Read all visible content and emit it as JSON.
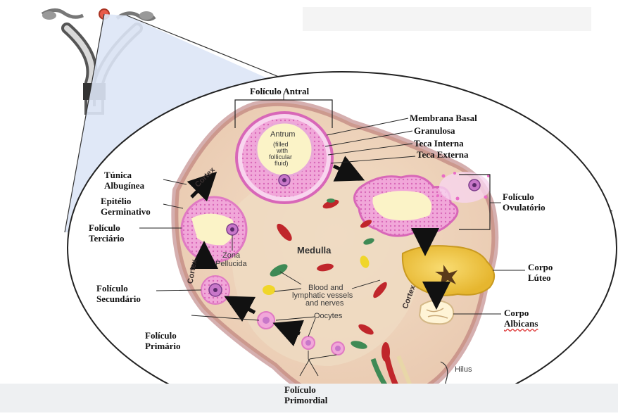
{
  "labels": {
    "foliculo_antral": "Folículo Antral",
    "membrana_basal": "Membrana Basal",
    "granulosa": "Granulosa",
    "teca_interna": "Teca Interna",
    "teca_externa": "Teca Externa",
    "tunica_albuginea_1": "Túnica",
    "tunica_albuginea_2": "Albugínea",
    "epitelio_1": "Epitélio",
    "epitelio_2": "Germinativo",
    "terciario_1": "Folículo",
    "terciario_2": "Terciário",
    "secundario_1": "Folículo",
    "secundario_2": "Secundário",
    "primario_1": "Folículo",
    "primario_2": "Primário",
    "primordial_1": "Folículo",
    "primordial_2": "Primordial",
    "ovulatorio_1": "Folículo",
    "ovulatorio_2": "Ovulatório",
    "corpo_luteo_1": "Corpo",
    "corpo_luteo_2": "Lúteo",
    "corpo_albicans_1": "Corpo",
    "corpo_albicans_2": "Albicans"
  },
  "inner_labels": {
    "antrum_1": "Antrum",
    "antrum_2": "(filled",
    "antrum_3": "with",
    "antrum_4": "follicular",
    "antrum_5": "fluid)",
    "medulla": "Medulla",
    "zona_1": "Zona",
    "zona_2": "Pellucida",
    "blood_1": "Blood and",
    "blood_2": "lymphatic vessels",
    "blood_3": "and nerves",
    "oocytes": "Oocytes",
    "hilus": "Hilus",
    "cortex_left_upper": "Cortex",
    "cortex_left_lower": "Cortex",
    "cortex_right": "Cortex"
  },
  "colors": {
    "ovary_fill": "#f6e3d2",
    "cortex_band": "#c98a86",
    "medulla_fill": "#f0dcc4",
    "follicle_pink": "#f1a7d9",
    "follicle_ring": "#e07ac3",
    "antrum_fluid": "#fbf3c7",
    "corpus_luteum": "#f4cd52",
    "blood_red": "#c0262b",
    "vessel_green": "#3f8a55",
    "lens_blue": "#c9d6ef"
  }
}
